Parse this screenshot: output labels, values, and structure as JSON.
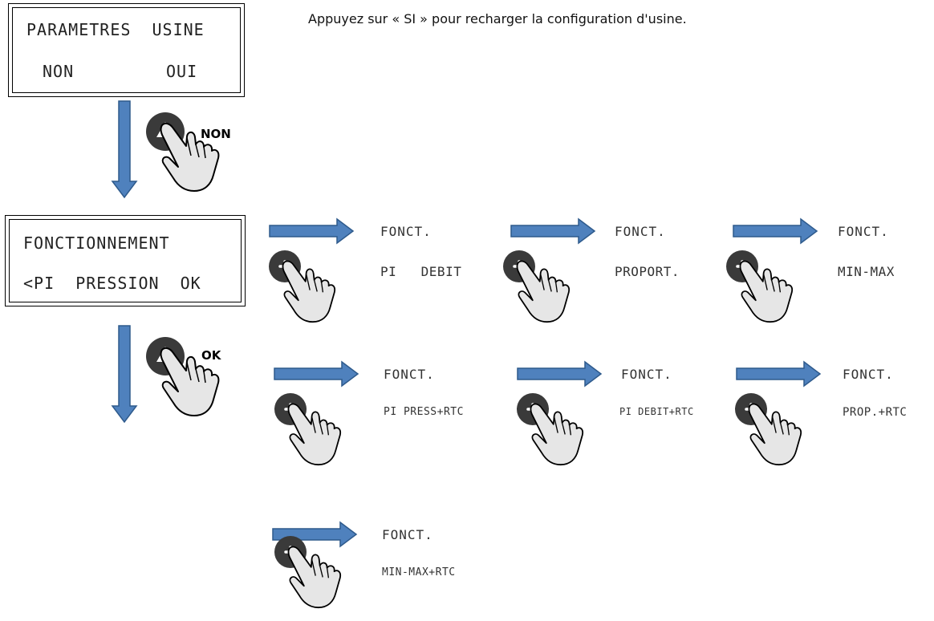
{
  "screen1": {
    "line1": "PARAMETRES  USINE",
    "line2": "NON",
    "line3": "OUI"
  },
  "instruction": "Appuyez sur « SI » pour recharger la configuration d'usine.",
  "button_labels": {
    "no": "NON",
    "ok": "OK"
  },
  "screen2": {
    "line1": "FONCTIONNEMENT",
    "line2": "<PI  PRESSION  OK"
  },
  "options": [
    {
      "title": "FONCT.",
      "value": "PI   DEBIT"
    },
    {
      "title": "FONCT.",
      "value": "PROPORT."
    },
    {
      "title": "FONCT.",
      "value": "MIN-MAX"
    },
    {
      "title": "FONCT.",
      "value": "PI PRESS+RTC"
    },
    {
      "title": "FONCT.",
      "value": "PI DEBIT+RTC"
    },
    {
      "title": "FONCT.",
      "value": "PROP.+RTC"
    },
    {
      "title": "FONCT.",
      "value": "MIN-MAX+RTC"
    }
  ],
  "colors": {
    "arrow_fill": "#4f81bd",
    "arrow_stroke": "#2e5a8c",
    "button": "#3a3a3a",
    "hand_fill": "#e6e6e6"
  },
  "icons": {
    "up_button": "up-triangle-button-icon",
    "plus_button": "plus-button-icon",
    "hand": "pointing-hand-icon"
  }
}
